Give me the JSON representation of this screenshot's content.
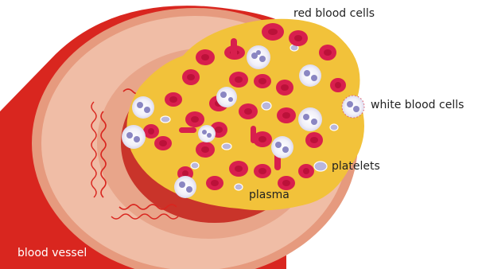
{
  "labels": {
    "red_blood_cells": "red blood cells",
    "white_blood_cells": "white blood cells",
    "platelets": "platelets",
    "plasma": "plasma",
    "blood_vessel": "blood vessel"
  },
  "colors": {
    "vessel_red": "#d9261f",
    "vessel_wall": "#e9a488",
    "vessel_inner": "#f2c3ad",
    "plasma_yellow": "#f2c23a",
    "rbc": "#d81f4d",
    "rbc_center": "#bb1139",
    "wbc_purple": "#8a86c2",
    "platelet": "#b9b6dc"
  }
}
